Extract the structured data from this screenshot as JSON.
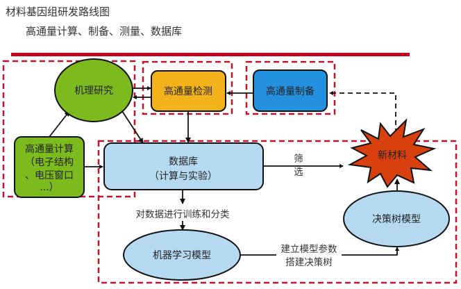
{
  "header": {
    "title": "材料基因组研发路线图",
    "subtitle": "高通量计算、制备、测量、数据库"
  },
  "colors": {
    "title_bar": "#c8001e",
    "dashed_region": "#c0122c",
    "mechanism_fill": "#7dba1e",
    "computation_fill": "#7dba1e",
    "detection_fill": "#f4b21a",
    "preparation_fill": "#2490e0",
    "database_fill": "#b6d9f2",
    "ml_fill": "#b6d9f2",
    "decision_tree_fill": "#b6d9f2",
    "new_material_fill": "#d8410f"
  },
  "nodes": {
    "mechanism": {
      "label": "机理研究",
      "shape": "ellipse"
    },
    "detection": {
      "label": "高通量检测",
      "shape": "rounded-rect"
    },
    "preparation": {
      "label": "高通量制备",
      "shape": "rounded-rect"
    },
    "computation": {
      "shape": "rounded-rect",
      "lines": [
        "高通量计算",
        "（电子结构",
        "、电压窗口",
        "...）"
      ]
    },
    "database": {
      "shape": "rounded-rect",
      "lines": [
        "数据库",
        "（计算与实验）"
      ]
    },
    "new_material": {
      "label": "新材料",
      "shape": "starburst"
    },
    "ml_model": {
      "label": "机器学习模型",
      "shape": "ellipse"
    },
    "decision_tree": {
      "label": "决策树模型",
      "shape": "ellipse"
    }
  },
  "edges": {
    "screen": {
      "lines": [
        "筛",
        "选"
      ]
    },
    "train": {
      "label": "对数据进行训练和分类"
    },
    "build": {
      "lines": [
        "建立模型参数",
        "搭建决策树"
      ]
    }
  }
}
